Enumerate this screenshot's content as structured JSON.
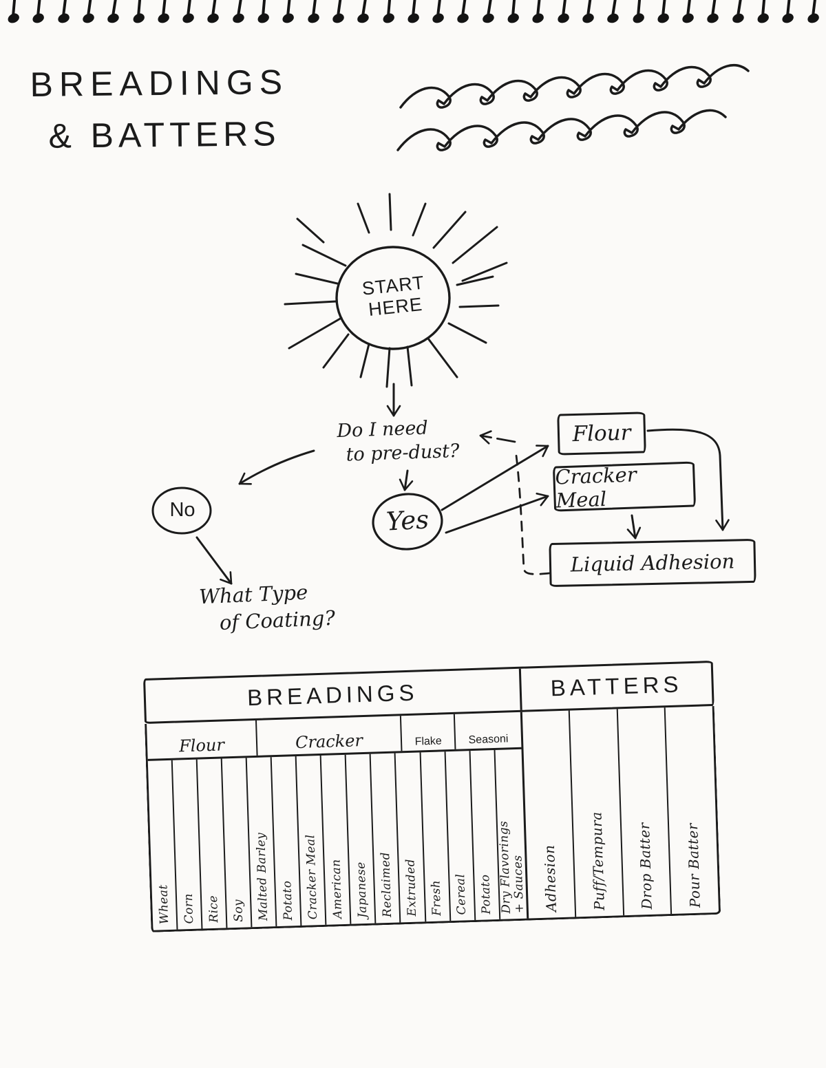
{
  "page": {
    "title_line1": "BREADINGS",
    "title_line2": "& BATTERS"
  },
  "icons": {
    "spiral_binding": "coil-dots-row",
    "sun_doodle": "circle-with-rays",
    "squiggle_doodle": "cursive-wave-lines"
  },
  "flowchart": {
    "start": {
      "line1": "START",
      "line2": "HERE"
    },
    "predust_question": {
      "line1": "Do I need",
      "line2": "to pre-dust?"
    },
    "no_label": "No",
    "yes_label": "Yes",
    "coating_question": {
      "line1": "What Type",
      "line2": "of Coating?"
    },
    "flour_box": "Flour",
    "cracker_meal_box": "Cracker Meal",
    "liquid_adhesion_box": "Liquid Adhesion"
  },
  "table": {
    "breadings_header": "BREADINGS",
    "batters_header": "BATTERS",
    "breadings_groups": [
      {
        "label": "Flour",
        "columns": [
          "Wheat",
          "Corn",
          "Rice",
          "Soy",
          "Malted Barley"
        ]
      },
      {
        "label": "Cracker",
        "columns": [
          "Potato",
          "Cracker Meal",
          "American",
          "Japanese",
          "Reclaimed",
          "Extruded"
        ]
      },
      {
        "label": "Flake",
        "columns": [
          "Fresh",
          "Cereal"
        ]
      },
      {
        "label": "Seasoni",
        "columns": [
          "Potato",
          "Dry Flavorings\n+ Sauces"
        ]
      }
    ],
    "batters_columns": [
      "Adhesion",
      "Puff/Tempura",
      "Drop Batter",
      "Pour Batter"
    ]
  }
}
